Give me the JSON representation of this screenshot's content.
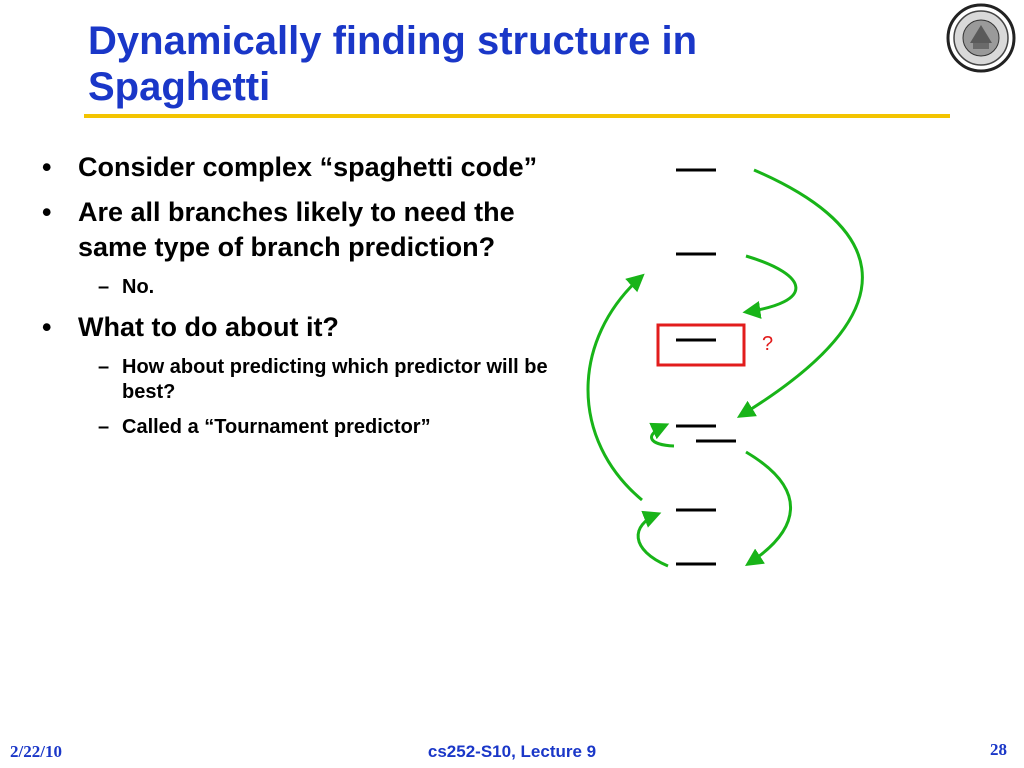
{
  "slide": {
    "title": "Dynamically finding structure in Spaghetti",
    "bullets": [
      {
        "marker": "•",
        "text": "Consider complex “spaghetti code”"
      },
      {
        "marker": "•",
        "text": "Are all branches likely to need the same type of branch prediction?"
      },
      {
        "marker": "–",
        "text": "No."
      },
      {
        "marker": "•",
        "text": "What to do about it?"
      },
      {
        "marker": "–",
        "text": "How about predicting which predictor will be best?"
      },
      {
        "marker": "–",
        "text": "Called a “Tournament predictor”"
      }
    ],
    "diagram": {
      "question_mark": "?",
      "colors": {
        "arrow": "#18b418",
        "highlight": "#e21c1c",
        "line": "#000000"
      }
    }
  },
  "footer": {
    "date": "2/22/10",
    "course": "cs252-S10, Lecture 9",
    "page": "28"
  },
  "colors": {
    "title": "#1a37c8",
    "rule": "#f3c400"
  },
  "logo": {
    "icon": "university-seal-icon"
  }
}
